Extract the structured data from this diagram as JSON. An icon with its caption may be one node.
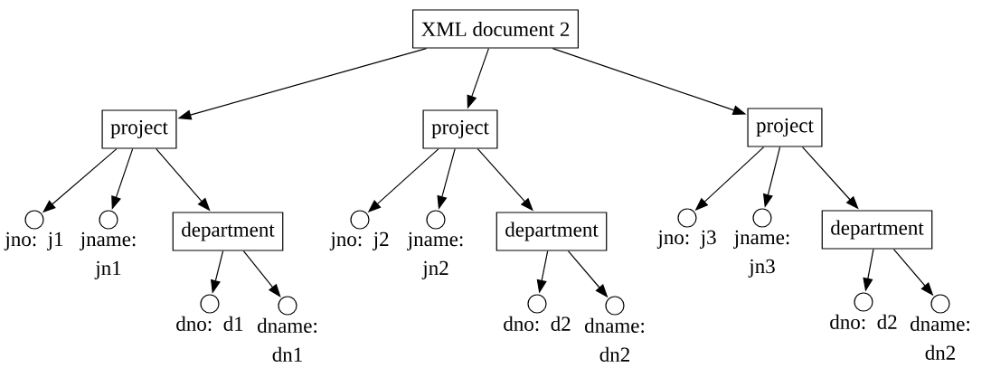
{
  "diagram": {
    "nodes": [
      {
        "text": [
          "XML document 2"
        ]
      },
      {
        "text": [
          "project"
        ]
      },
      {
        "text": [],
        "shape": "circle",
        "beside": [
          "jno: j1"
        ]
      },
      {
        "text": [],
        "shape": "circle",
        "beside": [
          "jname: jn1"
        ]
      },
      {
        "text": [
          "department"
        ]
      },
      {
        "text": [],
        "shape": "circle",
        "beside": [
          "dno: d1"
        ]
      },
      {
        "text": [],
        "shape": "circle",
        "beside": [
          "dname: dn1"
        ]
      },
      {
        "text": [
          "project"
        ]
      },
      {
        "text": [],
        "shape": "circle",
        "beside": [
          "jno: j2"
        ]
      },
      {
        "text": [],
        "shape": "circle",
        "beside": [
          "jname: jn2"
        ]
      },
      {
        "text": [
          "department"
        ]
      },
      {
        "text": [],
        "shape": "circle",
        "beside": [
          "dno: d2"
        ]
      },
      {
        "text": [],
        "shape": "circle",
        "beside": [
          "dname: dn2"
        ]
      },
      {
        "text": [
          "project"
        ]
      },
      {
        "text": [],
        "shape": "circle",
        "beside": [
          "jno: j3"
        ]
      },
      {
        "text": [],
        "shape": "circle",
        "beside": [
          "jname: jn3"
        ]
      },
      {
        "text": [
          "department"
        ]
      },
      {
        "text": [],
        "shape": "circle",
        "beside": [
          "dno: d2"
        ]
      },
      {
        "text": [],
        "shape": "circle",
        "beside": [
          "dname: dn2"
        ]
      }
    ],
    "edges": [
      {
        "from": 0,
        "to": 1,
        "arrow": "to"
      },
      {
        "from": 0,
        "to": 7,
        "arrow": "to"
      },
      {
        "from": 0,
        "to": 13,
        "arrow": "to"
      },
      {
        "from": 1,
        "to": 2,
        "arrow": "to"
      },
      {
        "from": 1,
        "to": 3,
        "arrow": "to"
      },
      {
        "from": 1,
        "to": 4,
        "arrow": "to"
      },
      {
        "from": 4,
        "to": 5,
        "arrow": "to"
      },
      {
        "from": 4,
        "to": 6,
        "arrow": "to"
      },
      {
        "from": 7,
        "to": 8,
        "arrow": "to"
      },
      {
        "from": 7,
        "to": 9,
        "arrow": "to"
      },
      {
        "from": 7,
        "to": 10,
        "arrow": "to"
      },
      {
        "from": 10,
        "to": 11,
        "arrow": "to"
      },
      {
        "from": 10,
        "to": 12,
        "arrow": "to"
      },
      {
        "from": 13,
        "to": 14,
        "arrow": "to"
      },
      {
        "from": 13,
        "to": 15,
        "arrow": "to"
      },
      {
        "from": 13,
        "to": 16,
        "arrow": "to"
      },
      {
        "from": 16,
        "to": 17,
        "arrow": "to"
      },
      {
        "from": 16,
        "to": 18,
        "arrow": "to"
      }
    ]
  }
}
